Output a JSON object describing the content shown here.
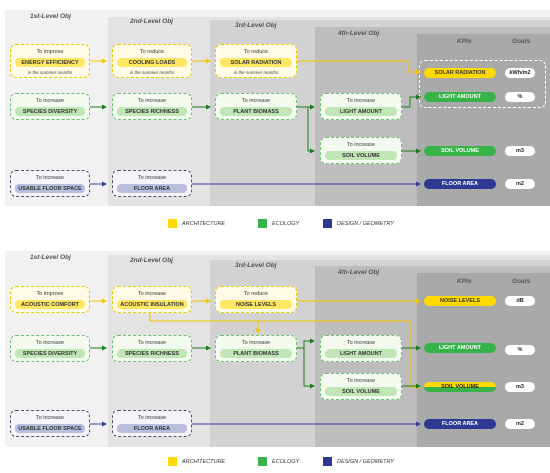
{
  "levels": {
    "l1": "1st-Level Obj",
    "l2": "2nd-Level Obj",
    "l3": "3rd-Level Obj",
    "l4": "4th-Level Obj",
    "kpis": "KPIs",
    "goals": "Goals"
  },
  "legend": {
    "architecture": "ARCHITECTURE",
    "ecology": "ECOLOGY",
    "design": "DESIGN / GEOMETRY",
    "colors": {
      "architecture": "#ffd900",
      "ecology": "#37b34a",
      "design": "#2e3a92"
    }
  },
  "panel1": {
    "energy": {
      "verb": "To improve",
      "label": "ENERGY EFFICIENCY",
      "note": "in the summer months"
    },
    "cooling": {
      "verb": "To reduce",
      "label": "COOLING LOADS",
      "note": "in the summer months"
    },
    "solar": {
      "verb": "To reduce",
      "label": "SOLAR RADIATION",
      "note": "in the summer months"
    },
    "species_div": {
      "verb": "To increase",
      "label": "SPECIES DIVERSITY"
    },
    "species_rich": {
      "verb": "To increase",
      "label": "SPECIES RICHNESS"
    },
    "biomass": {
      "verb": "To increase",
      "label": "PLANT BIOMASS"
    },
    "light": {
      "verb": "To increase",
      "label": "LIGHT AMOUNT"
    },
    "soil": {
      "verb": "To increase",
      "label": "SOIL VOLUME"
    },
    "floor_space": {
      "verb": "To increase",
      "label": "USABLE FLOOR SPACE"
    },
    "floor_area": {
      "verb": "To increase",
      "label": "FLOOR AREA"
    },
    "kpis": [
      {
        "label": "SOLAR RADIATION",
        "unit": "kWh/m2"
      },
      {
        "label": "LIGHT AMOUNT",
        "unit": "%"
      },
      {
        "label": "SOIL VOLUME",
        "unit": "m3"
      },
      {
        "label": "FLOOR AREA",
        "unit": "m2"
      }
    ]
  },
  "panel2": {
    "acoustic": {
      "verb": "To improve",
      "label": "ACOUSTIC COMFORT"
    },
    "insulation": {
      "verb": "To increase",
      "label": "ACOUSTIC INSULATION"
    },
    "noise": {
      "verb": "To reduce",
      "label": "NOISE LEVELS"
    },
    "species_div": {
      "verb": "To increase",
      "label": "SPECIES DIVERSITY"
    },
    "species_rich": {
      "verb": "To increase",
      "label": "SPECIES RICHNESS"
    },
    "biomass": {
      "verb": "To increase",
      "label": "PLANT BIOMASS"
    },
    "light": {
      "verb": "To increase",
      "label": "LIGHT AMOUNT"
    },
    "soil": {
      "verb": "To increase",
      "label": "SOIL VOLUME"
    },
    "floor_space": {
      "verb": "To increase",
      "label": "USABLE FLOOR SPACE"
    },
    "floor_area": {
      "verb": "To increase",
      "label": "FLOOR AREA"
    },
    "kpis": [
      {
        "label": "NOISE LEVELS",
        "unit": "dB"
      },
      {
        "label": "LIGHT AMOUNT",
        "unit": "%"
      },
      {
        "label": "SOIL VOLUME",
        "unit": "m3"
      },
      {
        "label": "FLOOR AREA",
        "unit": "m2"
      }
    ]
  }
}
